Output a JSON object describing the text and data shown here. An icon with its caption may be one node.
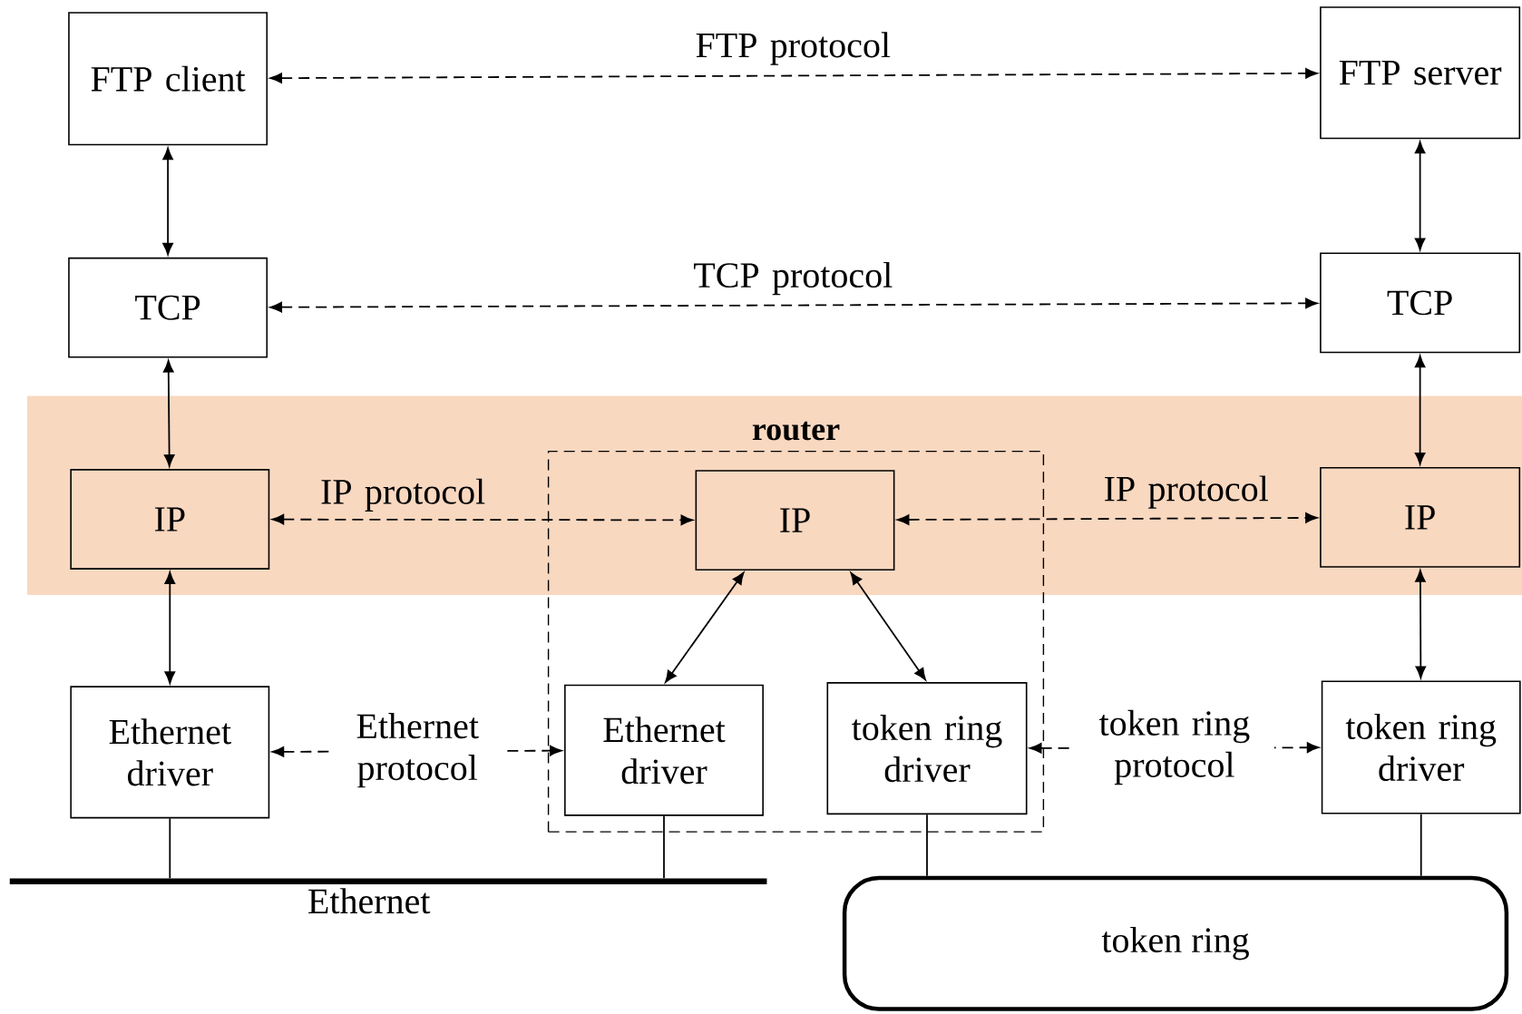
{
  "diagram": {
    "nodes": [
      {
        "text": [
          "FTP client"
        ]
      },
      {
        "text": [
          "FTP server"
        ]
      },
      {
        "text": [
          "TCP"
        ]
      },
      {
        "text": [
          "TCP"
        ]
      },
      {
        "text": [
          "router"
        ]
      },
      {
        "text": [
          "IP"
        ]
      },
      {
        "text": [
          "IP"
        ],
        "in": 4
      },
      {
        "text": [
          "IP"
        ]
      },
      {
        "text": [
          "Ethernet driver"
        ]
      },
      {
        "text": [
          "Ethernet driver"
        ],
        "in": 4
      },
      {
        "text": [
          "token ring driver"
        ],
        "in": 4
      },
      {
        "text": [
          "token ring driver"
        ]
      },
      {
        "text": [
          "Ethernet"
        ]
      },
      {
        "text": [
          "token ring"
        ]
      }
    ],
    "edges": [
      {
        "from": 0,
        "to": 1,
        "arrow": "both",
        "style": "dashed",
        "label": "FTP protocol"
      },
      {
        "from": 0,
        "to": 2,
        "arrow": "both"
      },
      {
        "from": 1,
        "to": 3,
        "arrow": "both"
      },
      {
        "from": 2,
        "to": 3,
        "arrow": "both",
        "style": "dashed",
        "label": "TCP protocol"
      },
      {
        "from": 2,
        "to": 5,
        "arrow": "both"
      },
      {
        "from": 3,
        "to": 7,
        "arrow": "both"
      },
      {
        "from": 5,
        "to": 6,
        "arrow": "both",
        "style": "dashed",
        "label": "IP protocol"
      },
      {
        "from": 6,
        "to": 7,
        "arrow": "both",
        "style": "dashed",
        "label": "IP protocol"
      },
      {
        "from": 6,
        "to": 9,
        "arrow": "both"
      },
      {
        "from": 6,
        "to": 10,
        "arrow": "both"
      },
      {
        "from": 5,
        "to": 8,
        "arrow": "both"
      },
      {
        "from": 7,
        "to": 11,
        "arrow": "both"
      },
      {
        "from": 8,
        "to": 9,
        "arrow": "both",
        "style": "dashed",
        "label": "Ethernet protocol"
      },
      {
        "from": 10,
        "to": 11,
        "arrow": "both",
        "style": "dashed",
        "label": "token ring protocol"
      },
      {
        "from": 8,
        "to": 12,
        "arrow": "none"
      },
      {
        "from": 9,
        "to": 12,
        "arrow": "none"
      },
      {
        "from": 10,
        "to": 13,
        "arrow": "none"
      },
      {
        "from": 11,
        "to": 13,
        "arrow": "none"
      }
    ]
  }
}
